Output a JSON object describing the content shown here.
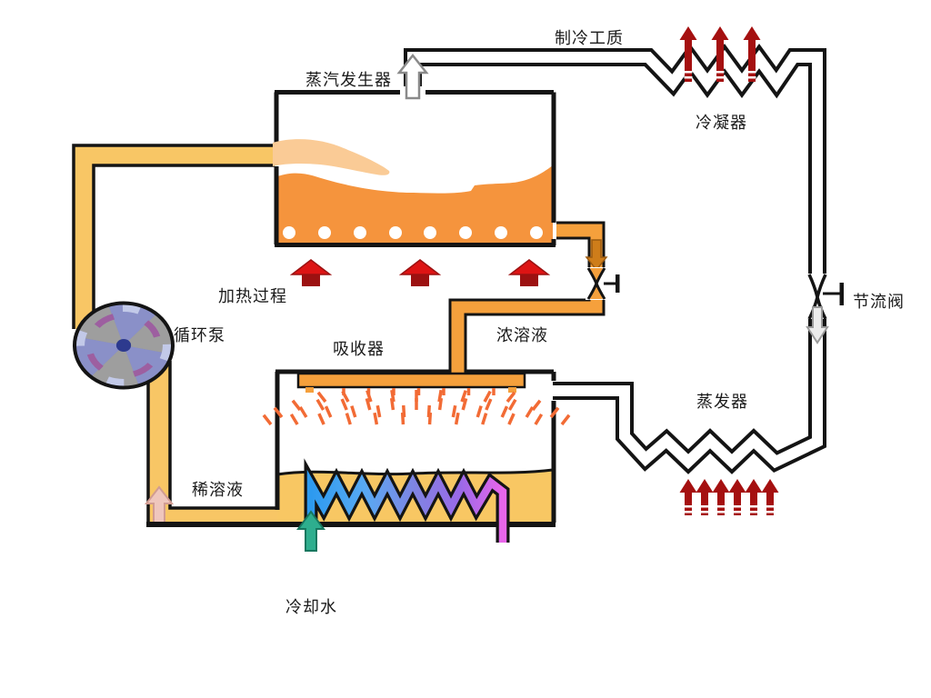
{
  "labels": {
    "refrigerant": "制冷工质",
    "steam_generator": "蒸汽发生器",
    "condenser": "冷凝器",
    "throttle_valve": "节流阀",
    "heating_process": "加热过程",
    "circulation_pump": "循环泵",
    "absorber": "吸收器",
    "concentrated_solution": "浓溶液",
    "evaporator": "蒸发器",
    "dilute_solution": "稀溶液",
    "cooling_water": "冷却水"
  },
  "colors": {
    "outline": "#141414",
    "pipe_hot": "#F5A03C",
    "pipe_dilute": "#F8C665",
    "generator_liquid": "#F5943D",
    "splash": "#FACB96",
    "pool": "#F8C763",
    "spray": "#F26B35",
    "heat_arrow_head": "#DD1414",
    "heat_arrow_shaft": "#9C1111",
    "flow_arrow_red": "#A51010",
    "coil_blue": "#2D9AEF",
    "coil_light_blue": "#58A9F3",
    "coil_mid": "#8083E2",
    "coil_purple": "#9B69E8",
    "coil_magenta": "#E966EA",
    "inlet_teal": "#2EAE8E",
    "pink_arrow": "#EFC6BD",
    "hot_flow_arrow": "#CE7D1A",
    "pump_body": "#7B82BB",
    "pump_gray": "#9E9E9E",
    "pump_wedge": "#8A90C8",
    "pump_purple": "#9D5FA0",
    "pump_highlight": "#C2C9E8",
    "pump_center": "#2D3A8E"
  }
}
